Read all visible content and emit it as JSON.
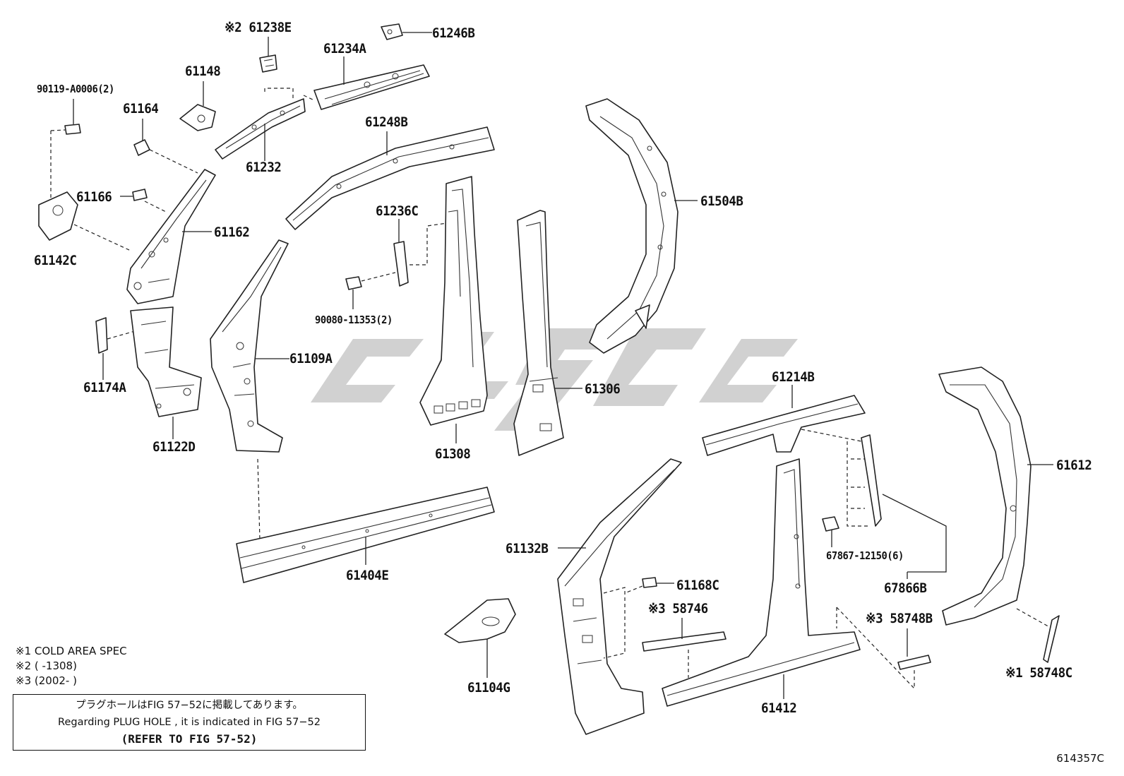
{
  "figure": {
    "code": "614357C"
  },
  "parts": {
    "p61238E": "※2 61238E",
    "p61246B": "61246B",
    "p61234A": "61234A",
    "p61148": "61148",
    "p90119": "90119-A0006(2)",
    "p61164": "61164",
    "p61232": "61232",
    "p61248B": "61248B",
    "p61166": "61166",
    "p61162": "61162",
    "p61504B": "61504B",
    "p61142C": "61142C",
    "p61236C": "61236C",
    "p90080": "90080-11353(2)",
    "p61109A": "61109A",
    "p61174A": "61174A",
    "p61306": "61306",
    "p61122D": "61122D",
    "p61308": "61308",
    "p61214B": "61214B",
    "p61612": "61612",
    "p61132B": "61132B",
    "p67867": "67867-12150(6)",
    "p61404E": "61404E",
    "p61168C": "61168C",
    "p67866B": "67866B",
    "p58746": "※3 58746",
    "p58748B": "※3 58748B",
    "p61104G": "61104G",
    "p61412": "61412",
    "p58748C": "※1 58748C"
  },
  "notes": {
    "note1": "※1 COLD AREA SPEC",
    "note2": "※2 (      -1308)",
    "note3": "※3 (2002-        )"
  },
  "notice": {
    "line_jp": "プラグホールはFIG 57−52に掲載してあります。",
    "line_en": "Regarding PLUG HOLE , it is indicated in FIG 57−52",
    "line_ref": "(REFER TO FIG 57-52)"
  },
  "colors": {
    "ink": "#222222",
    "watermark": "#c9c9c9"
  }
}
